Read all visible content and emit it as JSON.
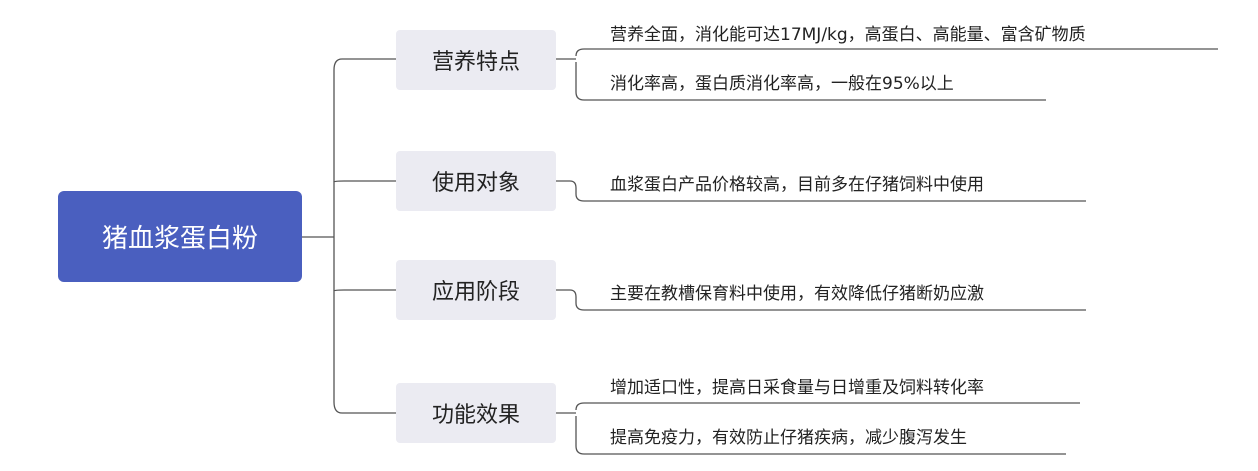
{
  "root": {
    "label": "猪血浆蛋白粉"
  },
  "branches": [
    {
      "label": "营养特点",
      "items": [
        "营养全面，消化能可达17MJ/kg，高蛋白、高能量、富含矿物质",
        "消化率高，蛋白质消化率高，一般在95%以上"
      ]
    },
    {
      "label": "使用对象",
      "items": [
        "血浆蛋白产品价格较高，目前多在仔猪饲料中使用"
      ]
    },
    {
      "label": "应用阶段",
      "items": [
        "主要在教槽保育料中使用，有效降低仔猪断奶应激"
      ]
    },
    {
      "label": "功能效果",
      "items": [
        "增加适口性，提高日采食量与日增重及饲料转化率",
        "提高免疫力，有效防止仔猪疾病，减少腹泻发生"
      ]
    }
  ],
  "colors": {
    "root_bg": "#4a5fbf",
    "node_bg": "#ebebf2",
    "line": "#555555"
  }
}
